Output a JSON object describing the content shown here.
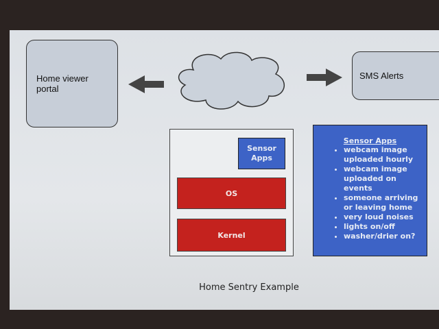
{
  "portal": {
    "label": "Home viewer portal"
  },
  "sms": {
    "label": "SMS Alerts"
  },
  "device": {
    "sensor_apps": "Sensor Apps",
    "os": "OS",
    "kernel": "Kernel"
  },
  "sensor_list": {
    "title": "Sensor Apps",
    "items": [
      "webcam image uploaded hourly",
      "webcam image uploaded on events",
      "someone arriving or leaving home",
      "very loud noises",
      "lights on/off",
      "washer/drier on?"
    ]
  },
  "caption": "Home Sentry Example"
}
